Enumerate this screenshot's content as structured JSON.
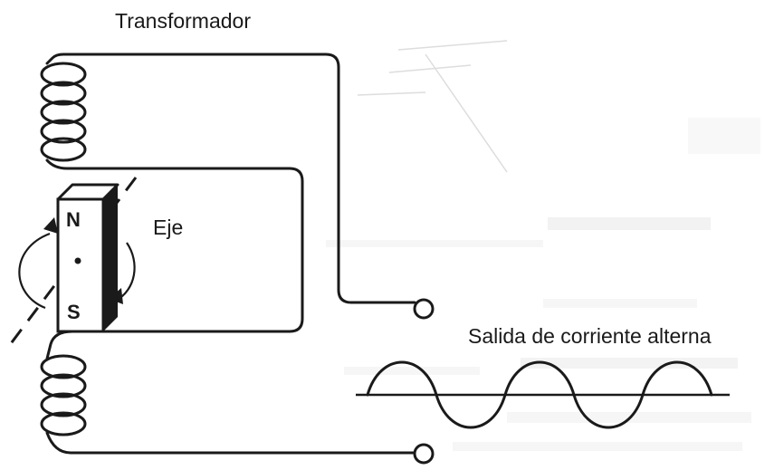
{
  "diagram": {
    "title": "Transformador",
    "axis_label": "Eje",
    "output_label": "Salida de corriente alterna",
    "magnet": {
      "north": "N",
      "south": "S"
    },
    "colors": {
      "ink": "#1a1a1a",
      "background": "#ffffff",
      "bleed": "#9a9a9a"
    },
    "components": [
      "upper-coil-icon",
      "lower-coil-icon",
      "bar-magnet-icon",
      "rotation-arrow-icon",
      "output-terminal-icon",
      "ac-sine-wave-icon"
    ]
  }
}
